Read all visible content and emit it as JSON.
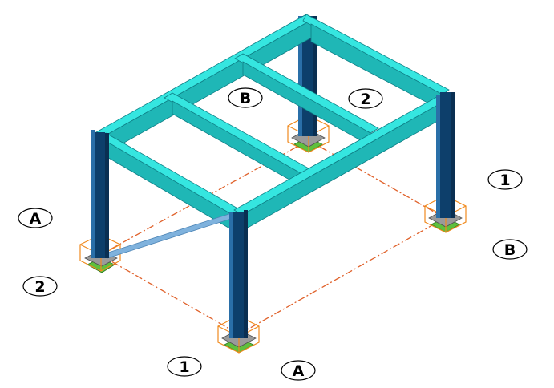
{
  "view": {
    "background": "#ffffff",
    "colors": {
      "column": "#0d3f6b",
      "column_light": "#2a6fa8",
      "beam_top": "#35e6e0",
      "beam_side": "#1fb7b6",
      "beam_dark": "#0f7f86",
      "base_plate": "#7a7a7a",
      "footing": "#5fc03c",
      "anchor_box": "#f08a1e",
      "grid_line": "#e0612a",
      "brace": "#7fb2dd"
    }
  },
  "grid_labels": [
    {
      "text": "A"
    },
    {
      "text": "2"
    },
    {
      "text": "1"
    },
    {
      "text": "A"
    },
    {
      "text": "B"
    },
    {
      "text": "2"
    },
    {
      "text": "1"
    },
    {
      "text": "B"
    }
  ]
}
